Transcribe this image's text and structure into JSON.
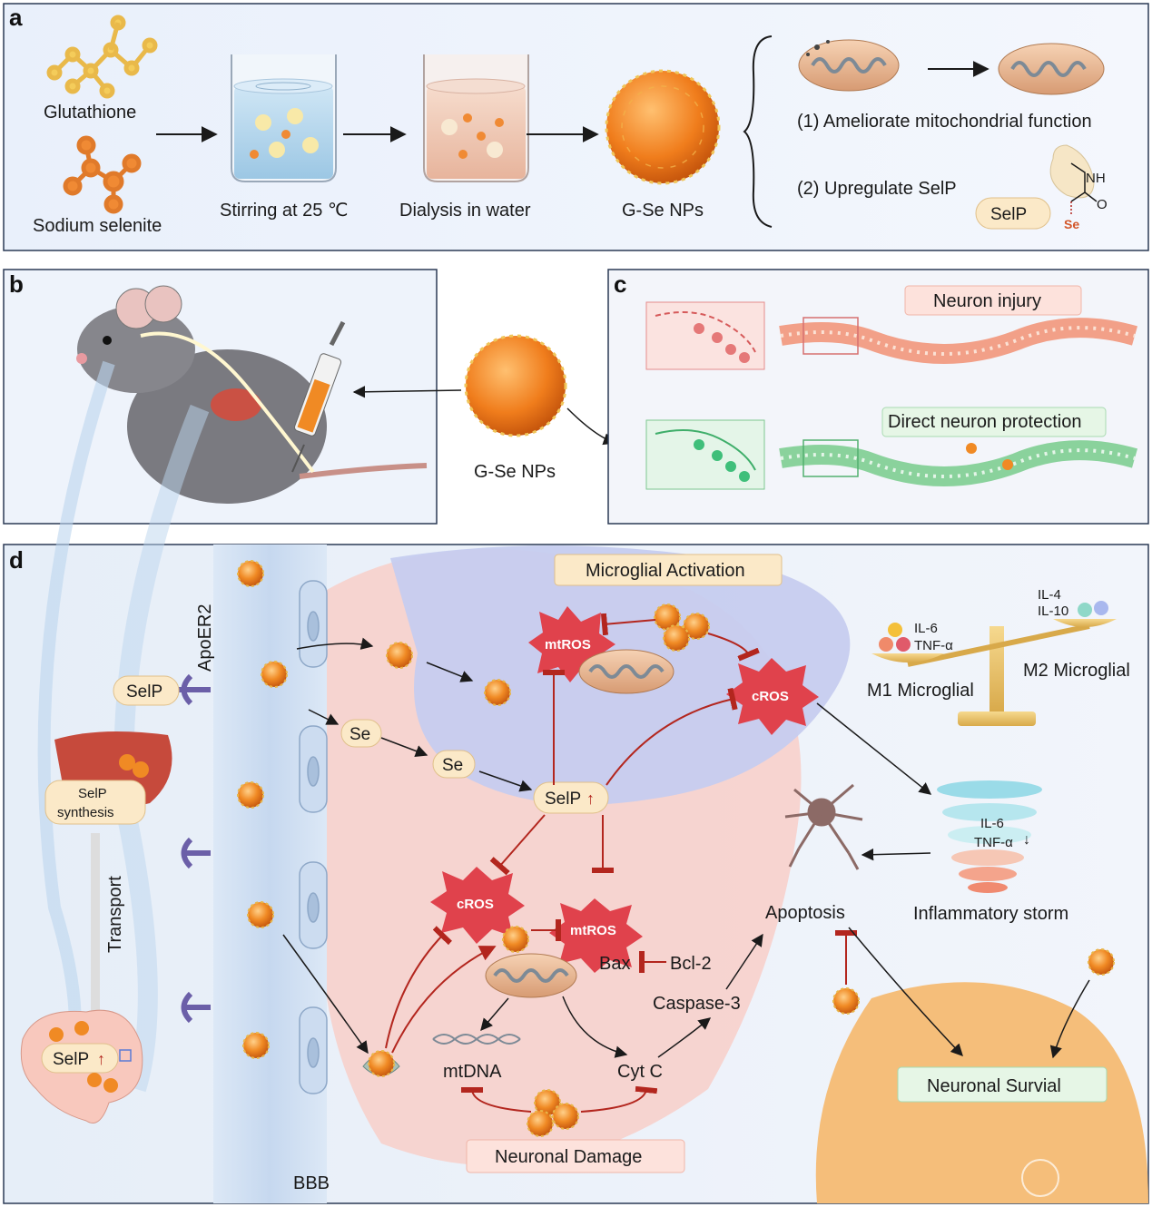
{
  "colors": {
    "np_orange": "#f08a24",
    "neuron_red": "#f2a7a0",
    "microglia_blue": "#b9c3ea",
    "ros_red": "#e0424c",
    "inhibit_red": "#b3261e",
    "pill_cream": "#fbe9c8",
    "green_label": "#e6f6e6",
    "pink_label": "#fde2dc"
  },
  "panel_a": {
    "letter": "a",
    "glutathione": "Glutathione",
    "sodium_selenite": "Sodium selenite",
    "stirring": "Stirring at 25 ℃",
    "dialysis": "Dialysis in water",
    "gse": "G-Se NPs",
    "effect1": "(1) Ameliorate mitochondrial function",
    "effect2": "(2) Upregulate SelP",
    "selp_pill": "SelP",
    "nh": "NH",
    "o": "O",
    "se": "Se"
  },
  "panel_b": {
    "letter": "b",
    "gse": "G-Se NPs"
  },
  "panel_c": {
    "letter": "c",
    "injury": "Neuron injury",
    "protection": "Direct neuron protection"
  },
  "panel_d": {
    "letter": "d",
    "apoer2": "ApoER2",
    "selp": "SelP",
    "selp_synthesis_1": "SelP",
    "selp_synthesis_2": "synthesis",
    "transport": "Transport",
    "brain_selp": "SelP",
    "bbb": "BBB",
    "se1": "Se",
    "se2": "Se",
    "selp_up": "SelP",
    "microglial_activation": "Microglial Activation",
    "mtros_top": "mtROS",
    "cros_top": "cROS",
    "cros_mid": "cROS",
    "mtros_mid": "mtROS",
    "bax": "Bax",
    "bcl2": "Bcl-2",
    "caspase3": "Caspase-3",
    "mtdna": "mtDNA",
    "cytc": "Cyt C",
    "neuronal_damage": "Neuronal Damage",
    "apoptosis": "Apoptosis",
    "il6_m1": "IL-6",
    "tnfa_m1": "TNF-α",
    "il4": "IL-4",
    "il10": "IL-10",
    "m1": "M1 Microglial",
    "m2": "M2 Microglial",
    "il6_storm": "IL-6",
    "tnfa_storm": "TNF-α",
    "storm": "Inflammatory storm",
    "survival": "Neuronal Survial"
  }
}
